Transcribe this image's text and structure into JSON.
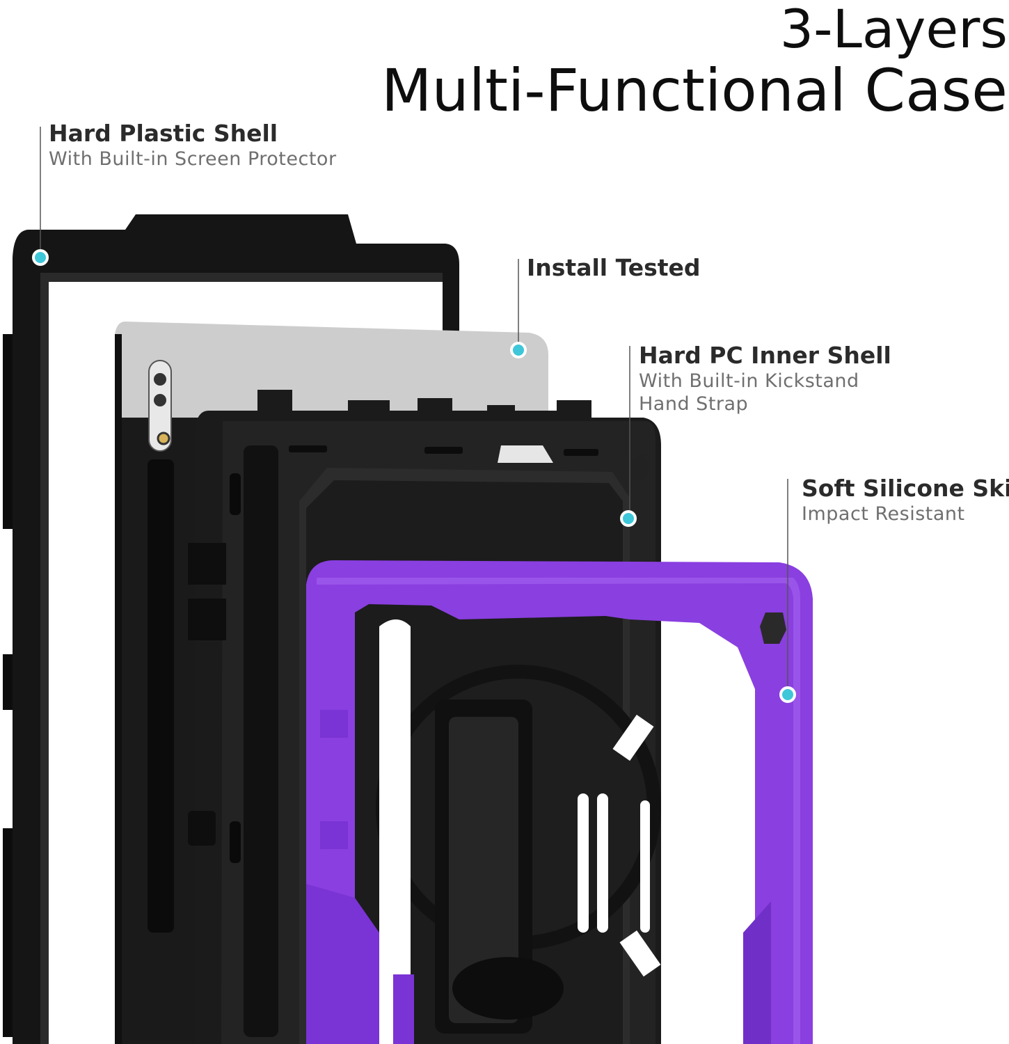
{
  "title": {
    "line1": "3-Layers",
    "line2": "Multi-Functional Case"
  },
  "callouts": [
    {
      "heading": "Hard Plastic Shell",
      "sub": [
        "With Built-in Screen Protector"
      ]
    },
    {
      "heading": "Install Tested",
      "sub": []
    },
    {
      "heading": "Hard PC Inner Shell",
      "sub": [
        "With Built-in Kickstand",
        "Hand Strap"
      ]
    },
    {
      "heading": "Soft Silicone Skin",
      "sub": [
        "Impact Resistant"
      ]
    }
  ],
  "colors": {
    "accent_dot": "#3ec6d9",
    "silicone_purple": "#8a3fe0",
    "shell_black": "#141414",
    "tablet_gray": "#cfcfcf"
  }
}
